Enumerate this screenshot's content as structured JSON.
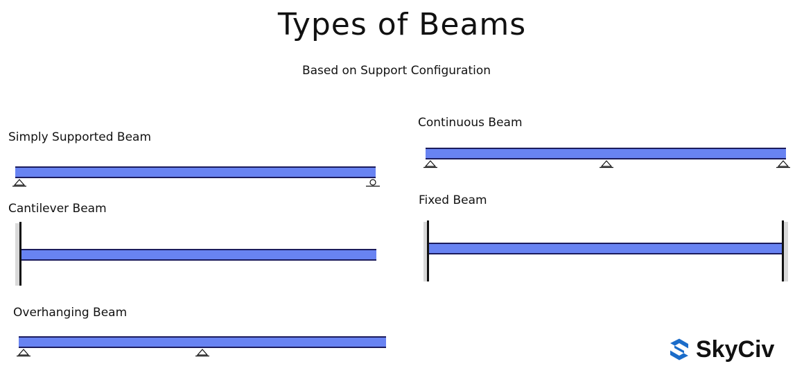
{
  "title": "Types of Beams",
  "subtitle": "Based on Support Configuration",
  "beams": {
    "simply_supported": "Simply Supported Beam",
    "cantilever": "Cantilever Beam",
    "overhanging": "Overhanging Beam",
    "continuous": "Continuous Beam",
    "fixed": "Fixed Beam"
  },
  "logo": {
    "text": "SkyCiv",
    "icon": "skyciv-logo-icon"
  },
  "colors": {
    "beam_fill": "#6883f2",
    "beam_edge": "#1b1b5c",
    "logo_blue": "#1b6cc9"
  }
}
